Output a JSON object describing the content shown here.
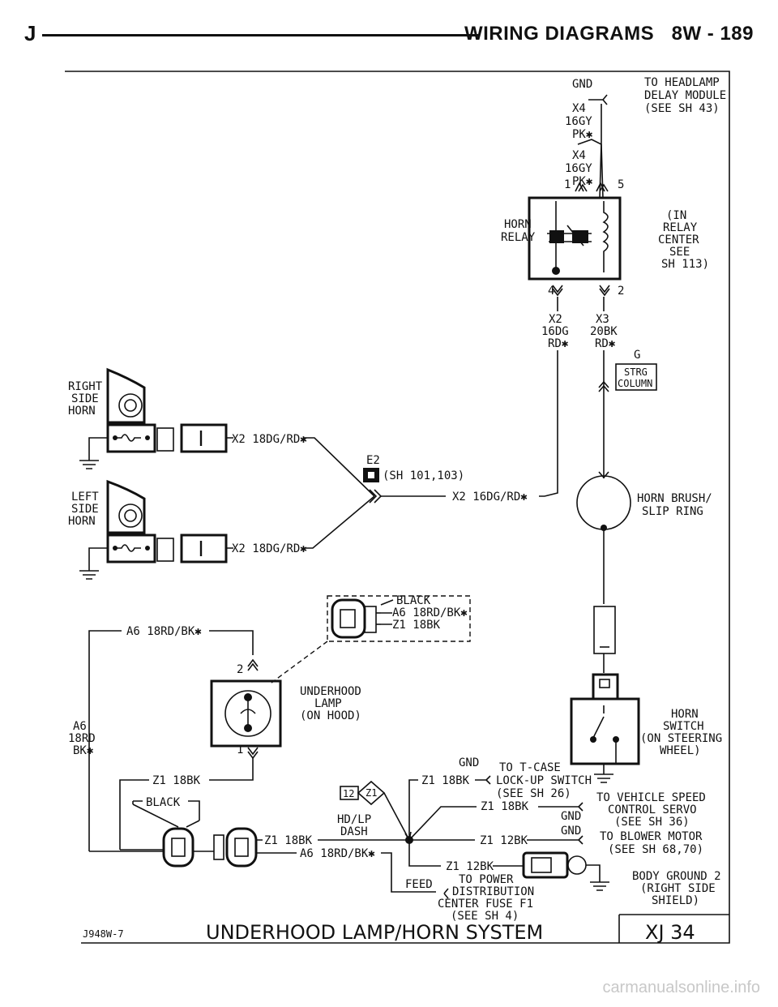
{
  "header": {
    "section_letter": "J",
    "title": "WIRING DIAGRAMS",
    "page": "8W - 189"
  },
  "diagram": {
    "title": "UNDERHOOD LAMP/HORN SYSTEM",
    "figure_id": "J948W-7",
    "sheet": "XJ 34",
    "top_feed": {
      "gnd": "GND",
      "dest": [
        "TO HEADLAMP",
        "DELAY MODULE",
        "(SEE SH 43)"
      ],
      "circuit_a": [
        "X4",
        "16GY",
        "PK✱"
      ],
      "circuit_b": [
        "X4",
        "16GY",
        "PK✱"
      ]
    },
    "horn_relay": {
      "label": [
        "HORN",
        "RELAY"
      ],
      "location": [
        "(IN",
        "RELAY",
        "CENTER",
        "SEE",
        "SH 113)"
      ],
      "pins": {
        "p1": "1",
        "p5": "5",
        "p4": "4",
        "p2": "2"
      },
      "out_left": [
        "X2",
        "16DG",
        "RD✱"
      ],
      "out_right": [
        "X3",
        "20BK",
        "RD✱"
      ]
    },
    "strg_column": {
      "ground": "G",
      "line1": "STRG",
      "line2": "COLUMN"
    },
    "horn_brush": [
      "HORN BRUSH/",
      "SLIP RING"
    ],
    "right_horn": {
      "label": [
        "RIGHT",
        "SIDE",
        "HORN"
      ],
      "wire": "X2 18DG/RD✱"
    },
    "left_horn": {
      "label": [
        "LEFT",
        "SIDE",
        "HORN"
      ],
      "wire": "X2 18DG/RD✱"
    },
    "splice": {
      "id": "E2",
      "ref": "(SH 101,103)",
      "wire": "X2 16DG/RD✱"
    },
    "underhood_lamp": {
      "label": [
        "UNDERHOOD",
        "LAMP",
        "(ON HOOD)"
      ],
      "pin_top": "2",
      "pin_bottom": "1",
      "wire_top": "A6 18RD/BK✱",
      "wire_left": [
        "A6",
        "18RD",
        "BK✱"
      ],
      "wire_bottom": "Z1 18BK",
      "connector": [
        "BLACK",
        "A6 18RD/BK✱",
        "Z1 18BK"
      ]
    },
    "horn_switch": {
      "label": [
        "HORN",
        "SWITCH",
        "(ON STEERING",
        "WHEEL)"
      ]
    },
    "lower": {
      "black_label": "BLACK",
      "z1a": "Z1 18BK",
      "a6a": "A6 18RD/BK✱",
      "splice_num": "12",
      "splice_id": "Z1",
      "hdlp": [
        "HD/LP",
        "DASH"
      ],
      "gnd_tcase_gnd": "GND",
      "gnd_tcase_lines": [
        "TO T-CASE",
        "LOCK-UP SWITCH",
        "(SEE SH 26)"
      ],
      "gnd_tcase_wire": "Z1 18BK",
      "speed_wire": "Z1 18BK",
      "speed_gnd": "GND",
      "speed_lines": [
        "TO VEHICLE SPEED",
        "CONTROL SERVO",
        "(SEE SH 36)"
      ],
      "blower_wire": "Z1 12BK",
      "blower_gnd": "GND",
      "blower_lines": [
        "TO BLOWER MOTOR",
        "(SEE SH 68,70)"
      ],
      "body_wire": "Z1 12BK",
      "body_lines": [
        "BODY GROUND 2",
        "(RIGHT SIDE",
        "SHIELD)"
      ],
      "feed": "FEED",
      "feed_lines": [
        "TO POWER",
        "DISTRIBUTION",
        "CENTER FUSE F1",
        "(SEE SH 4)"
      ]
    }
  }
}
